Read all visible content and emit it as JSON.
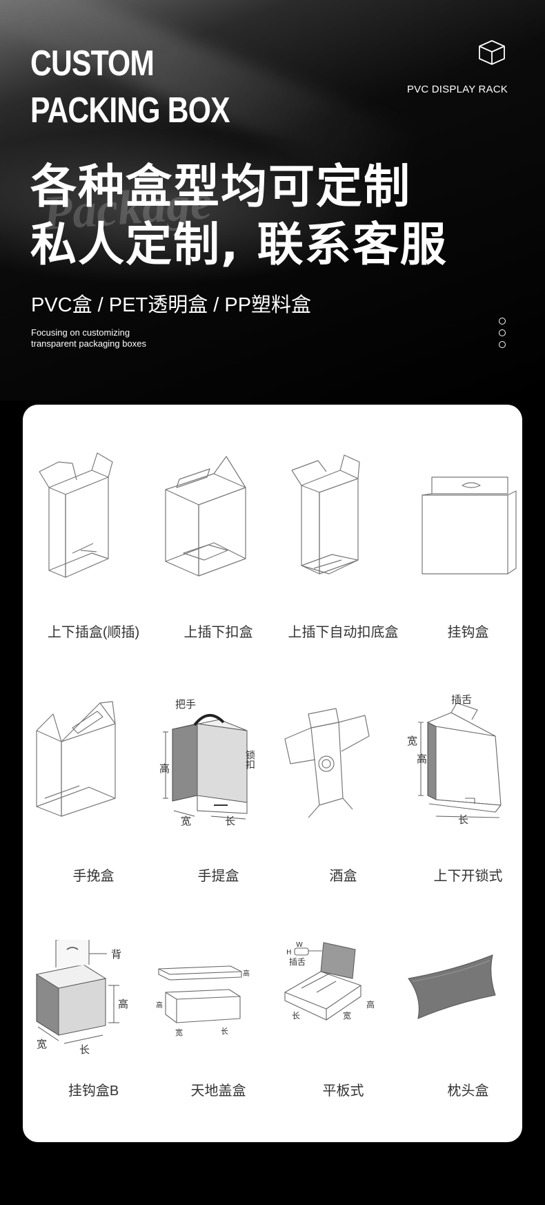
{
  "header": {
    "title_line1": "CUSTOM",
    "title_line2": "PACKING BOX",
    "corner_label": "PVC DISPLAY RACK",
    "corner_icon": "box-icon",
    "watermark": "Package",
    "headline_line1": "各种盒型均可定制",
    "headline_line2": "私人定制, 联系客服",
    "types": "PVC盒 / PET透明盒 / PP塑料盒",
    "description_line1": "Focusing on customizing",
    "description_line2": "transparent packaging boxes"
  },
  "box_types": [
    {
      "label": "上下插盒(顺插)",
      "icon": "tuck-end-box-icon"
    },
    {
      "label": "上插下扣盒",
      "icon": "snap-lock-box-icon"
    },
    {
      "label": "上插下自动扣底盒",
      "icon": "auto-bottom-box-icon"
    },
    {
      "label": "挂钩盒",
      "icon": "hang-tab-box-icon"
    },
    {
      "label": "手挽盒",
      "icon": "gable-handle-box-icon"
    },
    {
      "label": "手提盒",
      "icon": "carry-handle-box-icon"
    },
    {
      "label": "酒盒",
      "icon": "wine-box-icon"
    },
    {
      "label": "上下开锁式",
      "icon": "lock-bottom-box-icon"
    },
    {
      "label": "挂钩盒B",
      "icon": "hang-tab-box-b-icon"
    },
    {
      "label": "天地盖盒",
      "icon": "lid-base-box-icon"
    },
    {
      "label": "平板式",
      "icon": "flat-mailer-box-icon"
    },
    {
      "label": "枕头盒",
      "icon": "pillow-box-icon"
    }
  ],
  "diagram_labels": {
    "handle": "把手",
    "height": "高",
    "lock": "锁扣",
    "width": "宽",
    "length": "长",
    "tuck": "插舌",
    "back": "背",
    "w": "W",
    "h": "H"
  }
}
